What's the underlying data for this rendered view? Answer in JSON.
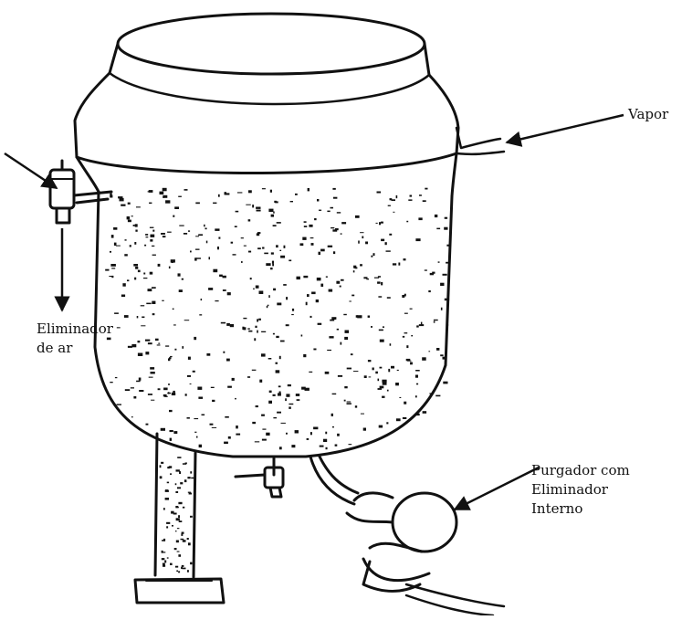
{
  "labels": {
    "vapor": "Vapor",
    "eliminador_ar": [
      "Eliminador",
      "de ar"
    ],
    "purgador": [
      "Purgador com",
      "Eliminador",
      "Interno"
    ]
  },
  "colors": {
    "ink": "#111111",
    "paper": "#ffffff"
  }
}
